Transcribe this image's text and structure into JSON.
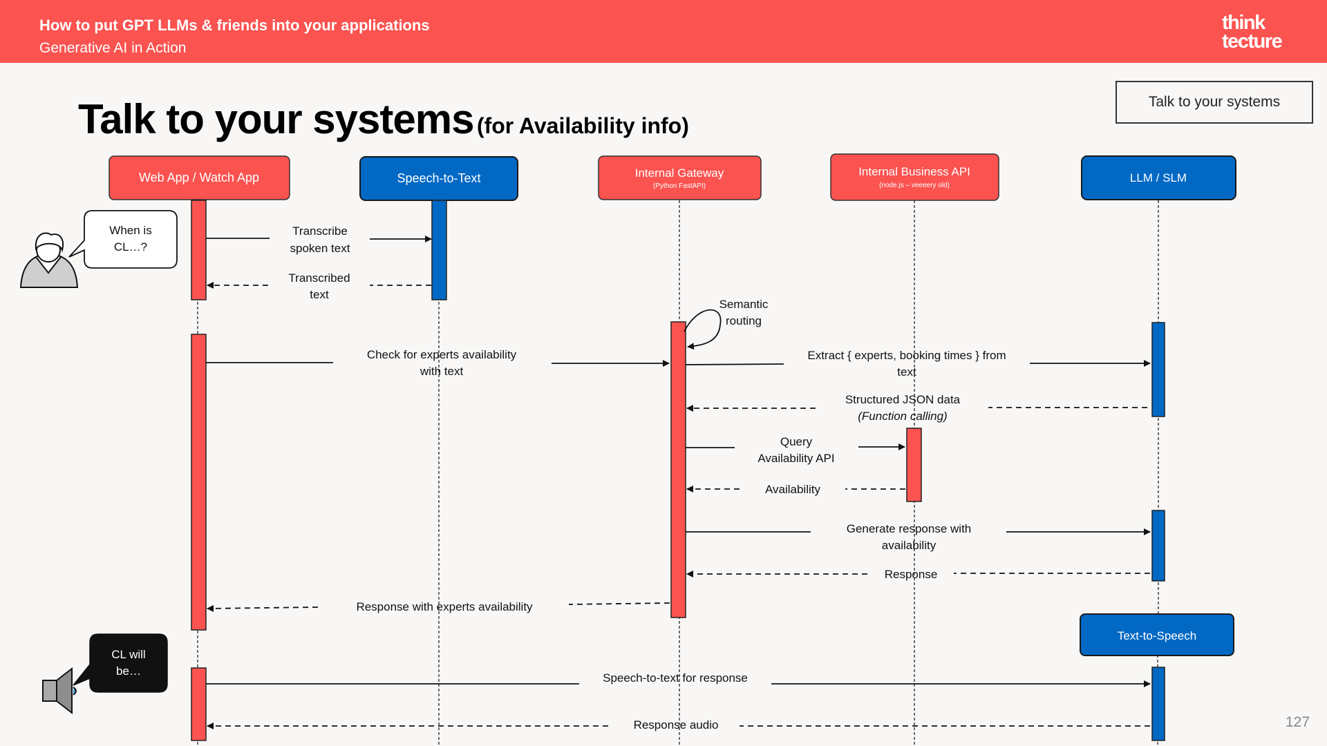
{
  "header": {
    "title": "How to put GPT LLMs & friends into your applications",
    "subtitle": "Generative AI in Action",
    "logo_line1": "think",
    "logo_line2": "tecture"
  },
  "tag": "Talk to your systems",
  "page_title": {
    "main": "Talk to your systems",
    "suffix": "(for Availability info)"
  },
  "page_number": "127",
  "colors": {
    "red": "#fb5350",
    "blue": "#0168c4",
    "dark": "#1d1d1d"
  },
  "participants": {
    "webapp": "Web App / Watch App",
    "stt": "Speech-to-Text",
    "gateway": "Internal Gateway",
    "gateway_sub": "(Python FastAPI)",
    "bizapi": "Internal Business API",
    "bizapi_sub": "(node.js – veeeery old)",
    "llm": "LLM / SLM",
    "tts": "Text-to-Speech"
  },
  "bubbles": {
    "question_1": "When is",
    "question_2": "CL…?",
    "answer_1": "CL will",
    "answer_2": "be…"
  },
  "icons": {
    "user": "user-icon",
    "speaker": "speaker-icon"
  },
  "messages": {
    "transcribe_1": "Transcribe",
    "transcribe_2": "spoken text",
    "transcribed_1": "Transcribed",
    "transcribed_2": "text",
    "semantic_1": "Semantic",
    "semantic_2": "routing",
    "check_1": "Check for experts availability",
    "check_2": "with text",
    "extract_1": "Extract { experts, booking times } from",
    "extract_2": "text",
    "structured_1": "Structured JSON data",
    "structured_2": "(Function calling)",
    "query_1": "Query",
    "query_2": "Availability API",
    "availability": "Availability",
    "generate_1": "Generate response with",
    "generate_2": "availability",
    "response": "Response",
    "response_experts": "Response with experts availability",
    "speech_response": "Speech-to-text for response",
    "response_audio": "Response audio"
  }
}
